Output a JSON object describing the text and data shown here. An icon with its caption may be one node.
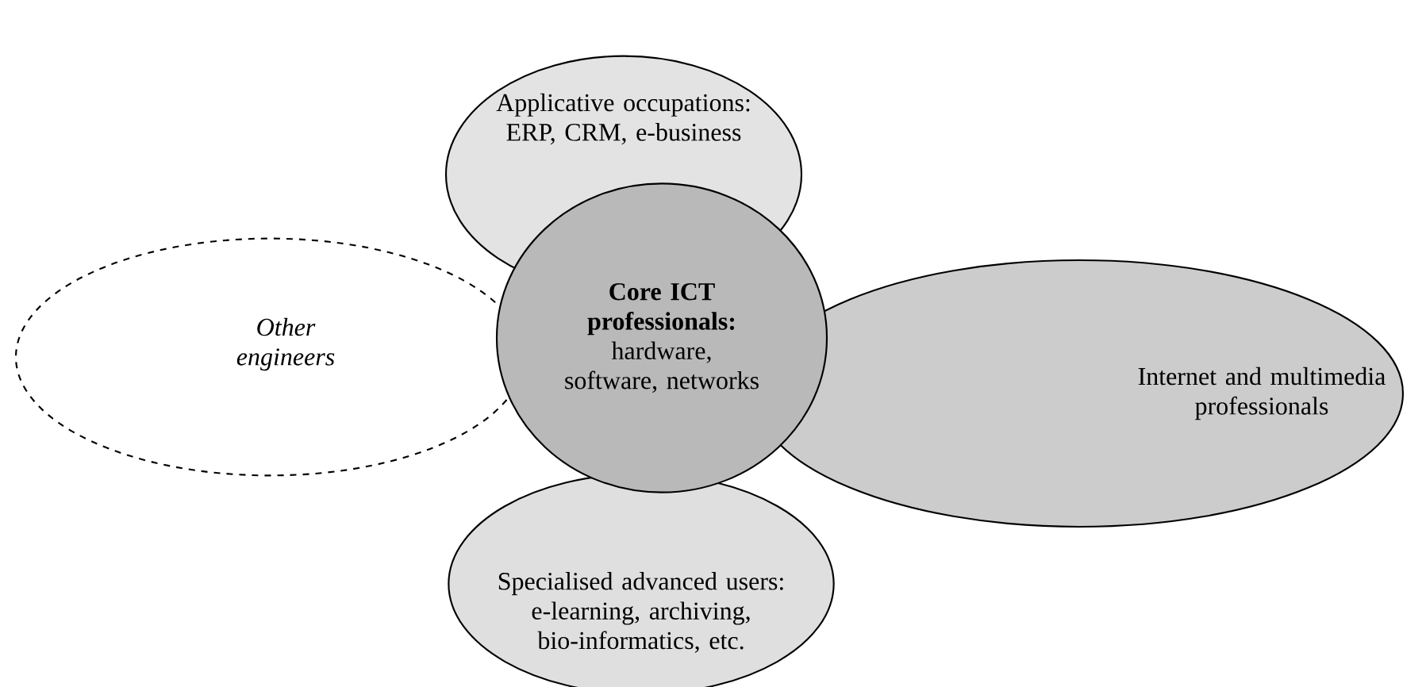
{
  "diagram": {
    "nodes": [
      {
        "text": [
          "Applicative occupations: ERP, CRM, e-business"
        ]
      },
      {
        "text": [
          "Other engineers"
        ]
      },
      {
        "text": [
          "Core ICT professionals:",
          "hardware, software, networks"
        ]
      },
      {
        "text": [
          "Internet and multimedia professionals"
        ]
      },
      {
        "text": [
          "Specialised advanced users: e-learning, archiving, bio-informatics, etc."
        ]
      }
    ]
  }
}
